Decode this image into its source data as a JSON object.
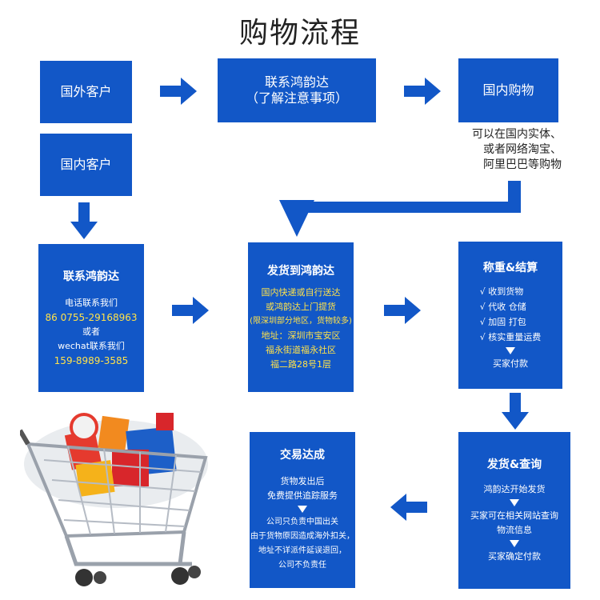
{
  "title": "购物流程",
  "boxes": {
    "foreign": "国外客户",
    "domestic": "国内客户",
    "contact": [
      "联系鸿韵达",
      "（了解注意事项）"
    ],
    "domestic_shop": "国内购物"
  },
  "note": [
    "可以在国内实体、",
    "或者网络淘宝、",
    "阿里巴巴等购物"
  ],
  "contact_box": {
    "heading": "联系鸿韵达",
    "lines": [
      "电话联系我们",
      "86 0755-29168963",
      "或者",
      "wechat联系我们",
      "159-8989-3585"
    ]
  },
  "ship_box": {
    "heading": "发货到鸿韵达",
    "lines": [
      "国内快递或自行送达",
      "或鸿韵达上门提货",
      "(限深圳部分地区，货物较多)",
      "地址：深圳市宝安区",
      "福永街道福永社区",
      "福二路28号1层"
    ]
  },
  "weigh_box": {
    "heading": "称重&结算",
    "checks": [
      "√ 收到货物",
      "√ 代收 仓储",
      "√ 加固 打包",
      "√ 核实重量运费"
    ],
    "final": "买家付款"
  },
  "track_box": {
    "heading": "发货&查询",
    "lines": [
      "鸿韵达开始发货",
      "买家可在相关网站查询",
      "物流信息",
      "买家确定付款"
    ]
  },
  "deal_box": {
    "heading": "交易达成",
    "lines": [
      "货物发出后",
      "免费提供追踪服务",
      "公司只负责中国出关",
      "由于货物原因造成海外扣关，",
      "地址不详派件延误退回，",
      "公司不负责任"
    ]
  },
  "colors": {
    "box": "#1257c7",
    "accent_text": "#ffe24a",
    "cart": "#c9ccd2"
  }
}
